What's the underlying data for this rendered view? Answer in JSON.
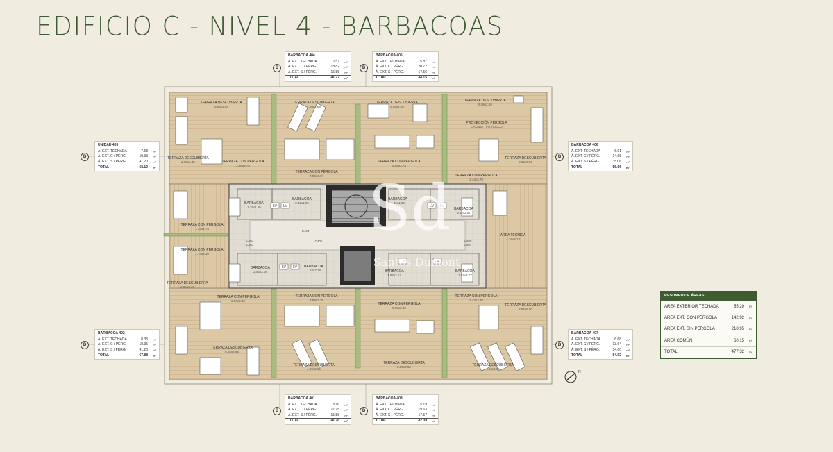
{
  "title": "EDIFICIO C - NIVEL 4 - BARBACOAS",
  "colors": {
    "accent": "#3d5c31",
    "title": "#3f5a35",
    "background": "#f1ece0",
    "deck": "#dcc8a4",
    "interior": "#e2ddd3"
  },
  "cards": {
    "b404": {
      "title": "BARBACOA 404",
      "badge": "B",
      "rows": [
        {
          "k": "Á. EXT. TECHADA",
          "v": "6.57",
          "u": "m²"
        },
        {
          "k": "Á. EXT. C / PÉRG.",
          "v": "18.82",
          "u": "m²"
        },
        {
          "k": "Á. EXT. S / PÉRG.",
          "v": "15.88",
          "u": "m²"
        }
      ],
      "total": {
        "k": "TOTAL",
        "v": "41.27",
        "u": "m²"
      }
    },
    "b405": {
      "title": "BARBACOA 405",
      "badge": "B",
      "rows": [
        {
          "k": "Á. EXT. TECHADA",
          "v": "5.87",
          "u": "m²"
        },
        {
          "k": "Á. EXT. C / PÉRG.",
          "v": "20.72",
          "u": "m²"
        },
        {
          "k": "Á. EXT. S / PÉRG.",
          "v": "17.56",
          "u": "m²"
        }
      ],
      "total": {
        "k": "TOTAL",
        "v": "44.15",
        "u": "m²"
      }
    },
    "u403": {
      "title": "UNIDAD 403",
      "badge": "B",
      "rows": [
        {
          "k": "Á. EXT. TECHADA",
          "v": "7.58",
          "u": "m²"
        },
        {
          "k": "Á. EXT. C / PÉRG.",
          "v": "19.33",
          "u": "m²"
        },
        {
          "k": "Á. EXT. S / PÉRG.",
          "v": "41.20",
          "u": "m²"
        }
      ],
      "total": {
        "k": "TOTAL",
        "v": "68.10",
        "u": "m²"
      }
    },
    "b406": {
      "title": "BARBACOA 406",
      "badge": "B",
      "rows": [
        {
          "k": "Á. EXT. TECHADA",
          "v": "6.91",
          "u": "m²"
        },
        {
          "k": "Á. EXT. C / PÉRG.",
          "v": "14.68",
          "u": "m²"
        },
        {
          "k": "Á. EXT. S / PÉRG.",
          "v": "35.06",
          "u": "m²"
        }
      ],
      "total": {
        "k": "TOTAL",
        "v": "56.66",
        "u": "m²"
      }
    },
    "b402": {
      "title": "BARBACOA 402",
      "badge": "B",
      "rows": [
        {
          "k": "Á. EXT. TECHADA",
          "v": "8.33",
          "u": "m²"
        },
        {
          "k": "Á. EXT. C / PÉRG.",
          "v": "18.35",
          "u": "m²"
        },
        {
          "k": "Á. EXT. S / PÉRG.",
          "v": "41.20",
          "u": "m²"
        }
      ],
      "total": {
        "k": "TOTAL",
        "v": "67.88",
        "u": "m²"
      }
    },
    "b407": {
      "title": "BARBACOA 407",
      "badge": "B",
      "rows": [
        {
          "k": "Á. EXT. TECHADA",
          "v": "6.68",
          "u": "m²"
        },
        {
          "k": "Á. EXT. C / PÉRG.",
          "v": "13.64",
          "u": "m²"
        },
        {
          "k": "Á. EXT. S / PÉRG.",
          "v": "34.60",
          "u": "m²"
        }
      ],
      "total": {
        "k": "TOTAL",
        "v": "54.92",
        "u": "m²"
      }
    },
    "b401": {
      "title": "BARBACOA 401",
      "badge": "B",
      "rows": [
        {
          "k": "Á. EXT. TECHADA",
          "v": "8.16",
          "u": "m²"
        },
        {
          "k": "Á. EXT. C / PÉRG.",
          "v": "17.75",
          "u": "m²"
        },
        {
          "k": "Á. EXT. S / PÉRG.",
          "v": "15.88",
          "u": "m²"
        }
      ],
      "total": {
        "k": "TOTAL",
        "v": "41.76",
        "u": "m²"
      }
    },
    "b408": {
      "title": "BARBACOA 408",
      "badge": "B",
      "rows": [
        {
          "k": "Á. EXT. TECHADA",
          "v": "5.19",
          "u": "m²"
        },
        {
          "k": "Á. EXT. C / PÉRG.",
          "v": "19.63",
          "u": "m²"
        },
        {
          "k": "Á. EXT. S / PÉRG.",
          "v": "17.57",
          "u": "m²"
        }
      ],
      "total": {
        "k": "TOTAL",
        "v": "42.39",
        "u": "m²"
      }
    }
  },
  "summary": {
    "title": "RESUMEN DE ÁREAS",
    "rows": [
      {
        "k": "ÁREA EXTERIOR TECHADA",
        "v": "55.29",
        "u": "m²"
      },
      {
        "k": "ÁREA EXT. CON PÉRGOLA",
        "v": "142.92",
        "u": "m²"
      },
      {
        "k": "ÁREA EXT. SIN PÉRGOLA",
        "v": "218.95",
        "u": "m²"
      },
      {
        "k": "ÁREA COMÚN",
        "v": "60.15",
        "u": "m²"
      },
      {
        "k": "TOTAL",
        "v": "477.32",
        "u": "m²"
      }
    ]
  },
  "plan": {
    "watermark": {
      "monogram": "Sd",
      "brand": "Santos Dumont"
    },
    "north": "N",
    "labels": [
      {
        "id": "t-desc-1",
        "t": "TERRAZA DESCUBIERTA",
        "d": "6.64x2.65"
      },
      {
        "id": "t-desc-2",
        "t": "TERRAZA DESCUBIERTA",
        "d": "4.99x2.65"
      },
      {
        "id": "t-desc-3",
        "t": "TERRAZA DESCUBIERTA",
        "d": "5.55x2.65"
      },
      {
        "id": "t-desc-4",
        "t": "TERRAZA DESCUBIERTA",
        "d": "6.09x2.65"
      },
      {
        "id": "proy",
        "t": "PROYECCIÓN PÉRGOLA",
        "d": "CALADA 70% HUECO"
      },
      {
        "id": "t-desc-5",
        "t": "TERRAZA DESCUBIERTA",
        "d": "2.65x6.45"
      },
      {
        "id": "t-perg-1",
        "t": "TERRAZA CON PÉRGOLA",
        "d": "3.98x3.78"
      },
      {
        "id": "t-perg-2",
        "t": "TERRAZA CON PÉRGOLA",
        "d": "4.99x3.78"
      },
      {
        "id": "t-perg-3",
        "t": "TERRAZA CON PÉRGOLA",
        "d": "5.55x3.78"
      },
      {
        "id": "t-perg-4",
        "t": "TERRAZA CON PÉRGOLA",
        "d": "3.43x3.78"
      },
      {
        "id": "t-desc-6",
        "t": "TERRAZA DESCUBIERTA",
        "d": "2.65x6.95"
      },
      {
        "id": "barb-1",
        "t": "BARBACOA",
        "d": "1.75x1.95"
      },
      {
        "id": "barb-2",
        "t": "BARBACOA",
        "d": "3.42x1.95"
      },
      {
        "id": "barb-3",
        "t": "BARBACOA",
        "d": "1.42x1.95"
      },
      {
        "id": "barb-4",
        "t": "BARBACOA",
        "d": "3.42x2.57"
      },
      {
        "id": "t-perg-5",
        "t": "TERRAZA CON PÉRGOLA",
        "d": "1.34x2.75"
      },
      {
        "id": "area-tec",
        "t": "ÁREA TÉCNICA",
        "d": "4.39x3.13"
      },
      {
        "id": "t-perg-6",
        "t": "TERRAZA CON PÉRGOLA",
        "d": "1.74x3.10"
      },
      {
        "id": "barb-5",
        "t": "BARBACOA",
        "d": "2.43x2.08"
      },
      {
        "id": "barb-6",
        "t": "BARBACOA",
        "d": "1.63x2.18"
      },
      {
        "id": "barb-7",
        "t": "BARBACOA",
        "d": "1.98x2.12"
      },
      {
        "id": "barb-8",
        "t": "BARBACOA",
        "d": "1.57x2.07"
      },
      {
        "id": "t-desc-7",
        "t": "TERRAZA DESCUBIERTA",
        "d": "2.65x6.45"
      },
      {
        "id": "t-perg-7",
        "t": "TERRAZA CON PÉRGOLA",
        "d": "3.98x3.35"
      },
      {
        "id": "t-perg-8",
        "t": "TERRAZA CON PÉRGOLA",
        "d": "4.99x3.35"
      },
      {
        "id": "t-perg-9",
        "t": "TERRAZA CON PÉRGOLA",
        "d": "5.55x3.35"
      },
      {
        "id": "t-perg-10",
        "t": "TERRAZA CON PÉRGOLA",
        "d": "3.43x3.35"
      },
      {
        "id": "t-desc-8",
        "t": "TERRAZA DESCUBIERTA",
        "d": "2.65x6.80"
      },
      {
        "id": "t-desc-9",
        "t": "TERRAZA DESCUBIERTA",
        "d": "6.64x2.65"
      },
      {
        "id": "t-desc-10",
        "t": "TERRAZA DESCUBIERTA",
        "d": "4.99x2.65"
      },
      {
        "id": "t-desc-11",
        "t": "TERRAZA DESCUBIERTA",
        "d": "5.55x2.65"
      },
      {
        "id": "t-desc-12",
        "t": "TERRAZA DESCUBIERTA",
        "d": "4.93x2.65"
      }
    ],
    "codes": [
      "C404",
      "C401",
      "C403",
      "C402",
      "C406",
      "C407"
    ],
    "fixtures": [
      "LV",
      "LV",
      "LV",
      "LV",
      "LV",
      "LV",
      "LV",
      "LV"
    ]
  }
}
